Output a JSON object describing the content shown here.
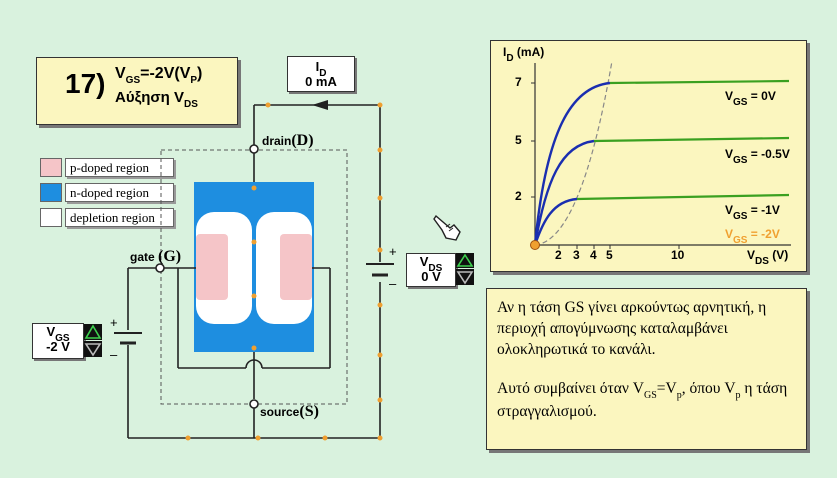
{
  "title": {
    "number": "17)",
    "line1_prefix": "V",
    "line1_sub": "GS",
    "line1_mid": "=-2V(V",
    "line1_sub2": "P",
    "line1_end": ")",
    "line2": "Αύξηση V",
    "line2_sub": "DS"
  },
  "legend": [
    {
      "label": "p-doped region",
      "color": "#f5c5c8"
    },
    {
      "label": "n-doped region",
      "color": "#1e8ee0"
    },
    {
      "label": "depletion region",
      "color": "#ffffff"
    }
  ],
  "circuit": {
    "drain_label": "drain",
    "drain_letter": "(D)",
    "gate_label": "gate",
    "gate_letter": "(G)",
    "source_label": "source",
    "source_letter": "(S)",
    "plus": "+",
    "minus": "–"
  },
  "id_meter": {
    "label": "I",
    "sub": "D",
    "value": "0 mA"
  },
  "vds_meter": {
    "label": "V",
    "sub": "DS",
    "value": "0 V"
  },
  "vgs_meter": {
    "label": "V",
    "sub": "GS",
    "value": "-2 V"
  },
  "graph": {
    "y_label": "I",
    "y_sub": "D",
    "y_unit": " (mA)",
    "x_label": "V",
    "x_sub": "DS",
    "x_unit": " (V)",
    "y_ticks": [
      "7",
      "5",
      "2"
    ],
    "x_ticks": [
      "2",
      "3",
      "4",
      "5",
      "10"
    ],
    "curves": [
      {
        "label_pre": "V",
        "label_sub": "GS",
        "label_val": " = 0V",
        "color": "#000000"
      },
      {
        "label_pre": "V",
        "label_sub": "GS",
        "label_val": " = -0.5V",
        "color": "#000000"
      },
      {
        "label_pre": "V",
        "label_sub": "GS",
        "label_val": " = -1V",
        "color": "#000000"
      },
      {
        "label_pre": "V",
        "label_sub": "GS",
        "label_val": " = -2V",
        "color": "#f0a030"
      }
    ]
  },
  "chart_data": {
    "type": "line",
    "xlabel": "VDS (V)",
    "ylabel": "ID (mA)",
    "x_ticks": [
      2,
      3,
      4,
      5,
      10
    ],
    "y_ticks": [
      2,
      5,
      7
    ],
    "series": [
      {
        "name": "VGS=0V",
        "saturation": 7
      },
      {
        "name": "VGS=-0.5V",
        "saturation": 5
      },
      {
        "name": "VGS=-1V",
        "saturation": 2
      },
      {
        "name": "VGS=-2V",
        "saturation": 0
      }
    ]
  },
  "info": {
    "p1": "Αν η τάση GS γίνει αρκούντως αρνητική, η περιοχή απογύμνωσης καταλαμβάνει ολοκληρωτικά το κανάλι.",
    "p2_a": "Αυτό συμβαίνει όταν V",
    "p2_sub1": "GS",
    "p2_b": "=V",
    "p2_sub2": "p",
    "p2_c": ", όπου V",
    "p2_sub3": "p",
    "p2_d": " η τάση στραγγαλισμού."
  }
}
